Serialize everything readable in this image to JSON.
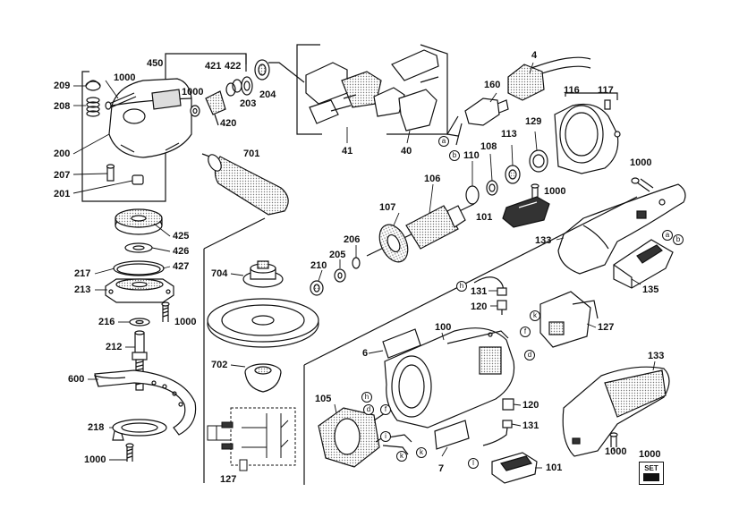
{
  "diagram": {
    "part_labels": [
      {
        "id": "p450",
        "text": "450"
      },
      {
        "id": "p421",
        "text": "421"
      },
      {
        "id": "p422",
        "text": "422"
      },
      {
        "id": "p1000a",
        "text": "1000"
      },
      {
        "id": "p209",
        "text": "209"
      },
      {
        "id": "p208",
        "text": "208"
      },
      {
        "id": "p1000b",
        "text": "1000"
      },
      {
        "id": "p200",
        "text": "200"
      },
      {
        "id": "p207",
        "text": "207"
      },
      {
        "id": "p201",
        "text": "201"
      },
      {
        "id": "p203",
        "text": "203"
      },
      {
        "id": "p204",
        "text": "204"
      },
      {
        "id": "p420",
        "text": "420"
      },
      {
        "id": "p701",
        "text": "701"
      },
      {
        "id": "p425",
        "text": "425"
      },
      {
        "id": "p426",
        "text": "426"
      },
      {
        "id": "p427",
        "text": "427"
      },
      {
        "id": "p217",
        "text": "217"
      },
      {
        "id": "p213",
        "text": "213"
      },
      {
        "id": "p216",
        "text": "216"
      },
      {
        "id": "p1000c",
        "text": "1000"
      },
      {
        "id": "p212",
        "text": "212"
      },
      {
        "id": "p600",
        "text": "600"
      },
      {
        "id": "p218",
        "text": "218"
      },
      {
        "id": "p1000d",
        "text": "1000"
      },
      {
        "id": "p127a",
        "text": "127"
      },
      {
        "id": "p704",
        "text": "704"
      },
      {
        "id": "p702",
        "text": "702"
      },
      {
        "id": "p41",
        "text": "41"
      },
      {
        "id": "p40",
        "text": "40"
      },
      {
        "id": "p4",
        "text": "4"
      },
      {
        "id": "p160",
        "text": "160"
      },
      {
        "id": "p116",
        "text": "116"
      },
      {
        "id": "p117",
        "text": "117"
      },
      {
        "id": "p129",
        "text": "129"
      },
      {
        "id": "p113",
        "text": "113"
      },
      {
        "id": "p108",
        "text": "108"
      },
      {
        "id": "p110",
        "text": "110"
      },
      {
        "id": "p106",
        "text": "106"
      },
      {
        "id": "p107",
        "text": "107"
      },
      {
        "id": "p1000e",
        "text": "1000"
      },
      {
        "id": "p1000f",
        "text": "1000"
      },
      {
        "id": "p101a",
        "text": "101"
      },
      {
        "id": "p206",
        "text": "206"
      },
      {
        "id": "p205",
        "text": "205"
      },
      {
        "id": "p210",
        "text": "210"
      },
      {
        "id": "p133a",
        "text": "133"
      },
      {
        "id": "p135",
        "text": "135"
      },
      {
        "id": "p131a",
        "text": "131"
      },
      {
        "id": "p120a",
        "text": "120"
      },
      {
        "id": "p127b",
        "text": "127"
      },
      {
        "id": "p100",
        "text": "100"
      },
      {
        "id": "p6",
        "text": "6"
      },
      {
        "id": "p105",
        "text": "105"
      },
      {
        "id": "p120b",
        "text": "120"
      },
      {
        "id": "p131b",
        "text": "131"
      },
      {
        "id": "p7",
        "text": "7"
      },
      {
        "id": "p101b",
        "text": "101"
      },
      {
        "id": "p133b",
        "text": "133"
      },
      {
        "id": "p1000g",
        "text": "1000"
      },
      {
        "id": "p1000h",
        "text": "1000"
      }
    ],
    "connector_markers": [
      {
        "id": "m_a1",
        "text": "a"
      },
      {
        "id": "m_b1",
        "text": "b"
      },
      {
        "id": "m_a2",
        "text": "a"
      },
      {
        "id": "m_b2",
        "text": "b"
      },
      {
        "id": "m_h1",
        "text": "h"
      },
      {
        "id": "m_k1",
        "text": "k"
      },
      {
        "id": "m_f1",
        "text": "f"
      },
      {
        "id": "m_d1",
        "text": "d"
      },
      {
        "id": "m_h2",
        "text": "h"
      },
      {
        "id": "m_d2",
        "text": "d"
      },
      {
        "id": "m_f2",
        "text": "f"
      },
      {
        "id": "m_i1",
        "text": "i"
      },
      {
        "id": "m_k2",
        "text": "k"
      },
      {
        "id": "m_k3",
        "text": "k"
      },
      {
        "id": "m_l1",
        "text": "l"
      }
    ],
    "set_badge": "SET",
    "colors": {
      "ink": "#111111",
      "paper": "#ffffff",
      "shade": "#9a9a9a",
      "dark": "#333333"
    }
  }
}
